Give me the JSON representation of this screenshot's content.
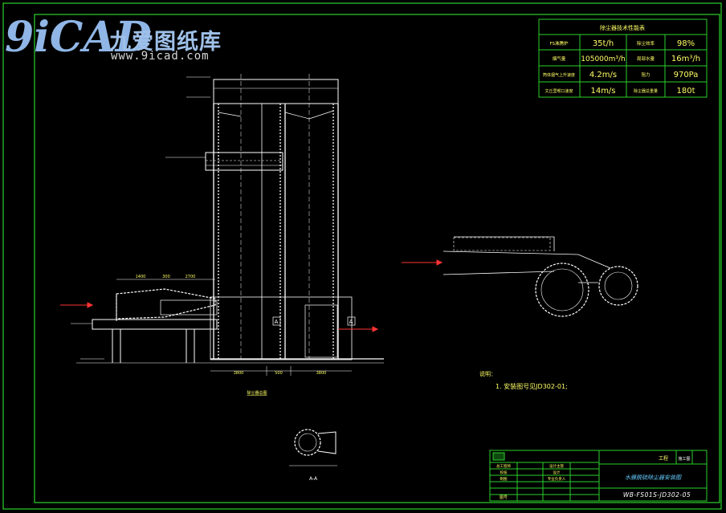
{
  "logo": {
    "mark": "9iCAD",
    "title_cn": "九爱图纸库",
    "url": "www.9icad.com"
  },
  "spec_table": {
    "title": "除尘器技术性能表",
    "rows": [
      {
        "k1": "FS沸腾炉",
        "v1": "35t/h",
        "k2": "除尘效率",
        "v2": "98%"
      },
      {
        "k1": "烟气量",
        "v1": "105000m³/h",
        "k2": "局部水量",
        "v2": "16m³/h"
      },
      {
        "k1": "筒体烟气上升速度",
        "v1": "4.2m/s",
        "k2": "阻力",
        "v2": "970Pa"
      },
      {
        "k1": "文丘里喉口速度",
        "v1": "14m/s",
        "k2": "除尘器总重量",
        "v2": "180t"
      }
    ]
  },
  "drawing": {
    "section_label": "A-A",
    "marker_a": "A",
    "elevation_caption": "除尘器总图",
    "dims_bottom": [
      "3800",
      "500",
      "3800"
    ],
    "dims_top": [
      "1400",
      "300",
      "2700"
    ],
    "notes_title": "说明：",
    "notes": [
      "1. 安装图号见JD302-01;"
    ]
  },
  "title_block": {
    "project_label": "工程",
    "stage_label": "施工图",
    "drawing_name": "水膜脱硫除尘器安装图",
    "drawing_no": "WB-FS01S-JD302-05",
    "sheet_label": "图号",
    "roles": [
      "总工程师",
      "设计主管",
      "校核",
      "设计",
      "制图",
      "专业负责人"
    ]
  }
}
